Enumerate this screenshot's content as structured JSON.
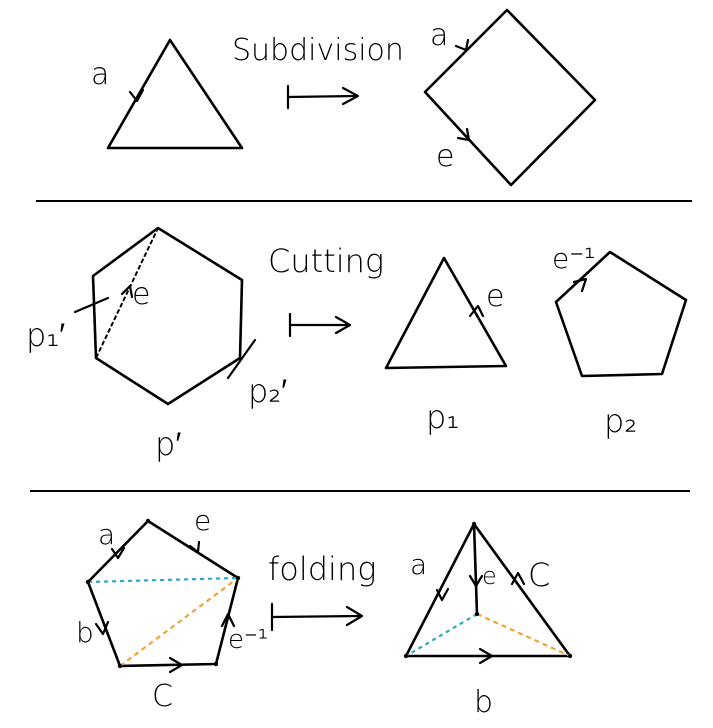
{
  "colors": {
    "ink": "#000000",
    "blue_dashed": "#29a8d4",
    "orange_dashed": "#f2a33a",
    "divider": "#000000"
  },
  "row1": {
    "operation": "Subdivision",
    "left_edge_label": "a",
    "right_top_label": "a",
    "right_bottom_label": "e"
  },
  "row2": {
    "operation": "Cutting",
    "hex_edge_label": "e",
    "hex_label_p1": "p₁′",
    "hex_label_p2": "p₂′",
    "hex_label_p": "p′",
    "triangle_edge_label": "e",
    "triangle_label": "p₁",
    "pentagon_edge_label": "e⁻¹",
    "pentagon_label": "p₂"
  },
  "row3": {
    "operation": "folding",
    "pent_label_a": "a",
    "pent_label_e": "e",
    "pent_label_b": "b",
    "pent_label_einv": "e⁻¹",
    "pent_label_c": "C",
    "tri_label_a": "a",
    "tri_label_e": "e",
    "tri_label_c": "C",
    "tri_label_b": "b"
  }
}
